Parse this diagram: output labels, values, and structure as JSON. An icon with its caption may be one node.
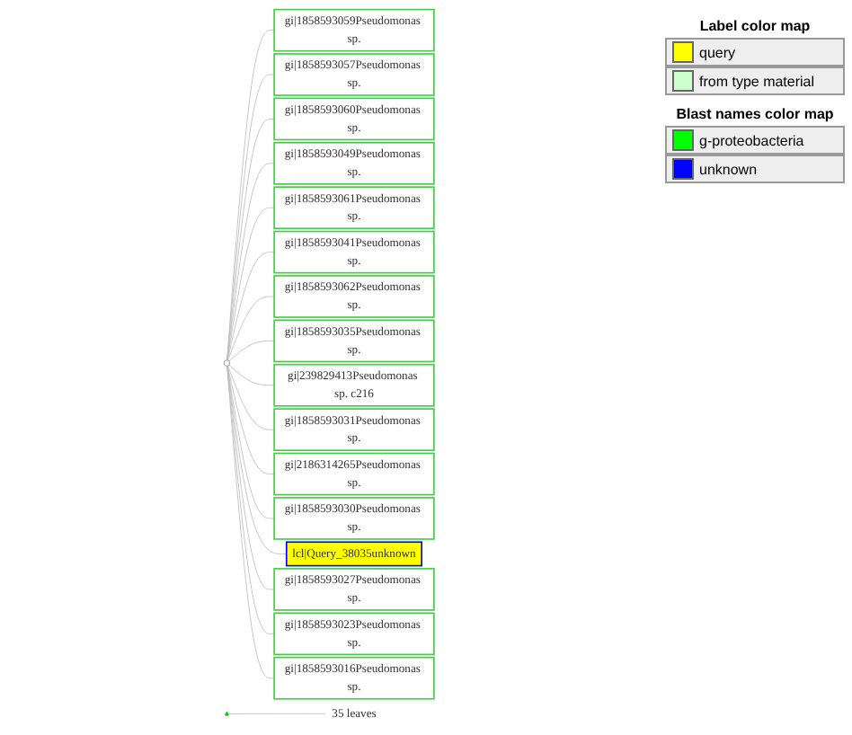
{
  "diagram": {
    "nodes": [
      {
        "text": [],
        "shape": "circle"
      },
      {
        "text": [],
        "shape": "triangle"
      },
      {
        "text": [
          "gi|1858593059Pseudomonas sp."
        ]
      },
      {
        "text": [
          "gi|1858593057Pseudomonas sp."
        ]
      },
      {
        "text": [
          "gi|1858593060Pseudomonas sp."
        ]
      },
      {
        "text": [
          "gi|1858593049Pseudomonas sp."
        ]
      },
      {
        "text": [
          "gi|1858593061Pseudomonas sp."
        ]
      },
      {
        "text": [
          "gi|1858593041Pseudomonas sp."
        ]
      },
      {
        "text": [
          "gi|1858593062Pseudomonas sp."
        ]
      },
      {
        "text": [
          "gi|1858593035Pseudomonas sp."
        ]
      },
      {
        "text": [
          "gi|239829413Pseudomonas sp. c216"
        ]
      },
      {
        "text": [
          "gi|1858593031Pseudomonas sp."
        ]
      },
      {
        "text": [
          "gi|2186314265Pseudomonas sp."
        ]
      },
      {
        "text": [
          "gi|1858593030Pseudomonas sp."
        ]
      },
      {
        "text": [
          "lcl|Query_38035unknown"
        ]
      },
      {
        "text": [
          "gi|1858593027Pseudomonas sp."
        ]
      },
      {
        "text": [
          "35 leaves"
        ]
      },
      {
        "text": [
          "gi|1858593023Pseudomonas sp."
        ]
      },
      {
        "text": [
          "gi|1858593016Pseudomonas sp."
        ]
      }
    ],
    "edges": [
      {
        "from": 0,
        "to": 2,
        "arrow": "none"
      },
      {
        "from": 0,
        "to": 3,
        "arrow": "none"
      },
      {
        "from": 0,
        "to": 4,
        "arrow": "none"
      },
      {
        "from": 0,
        "to": 5,
        "arrow": "none"
      },
      {
        "from": 0,
        "to": 6,
        "arrow": "none"
      },
      {
        "from": 0,
        "to": 7,
        "arrow": "none"
      },
      {
        "from": 0,
        "to": 8,
        "arrow": "none"
      },
      {
        "from": 0,
        "to": 9,
        "arrow": "none"
      },
      {
        "from": 0,
        "to": 10,
        "arrow": "none"
      },
      {
        "from": 0,
        "to": 11,
        "arrow": "none"
      },
      {
        "from": 0,
        "to": 12,
        "arrow": "none"
      },
      {
        "from": 0,
        "to": 13,
        "arrow": "none"
      },
      {
        "from": 0,
        "to": 14,
        "arrow": "none"
      },
      {
        "from": 0,
        "to": 15,
        "arrow": "none"
      },
      {
        "from": 1,
        "to": 16,
        "arrow": "none"
      },
      {
        "from": 0,
        "to": 17,
        "arrow": "none"
      },
      {
        "from": 0,
        "to": 18,
        "arrow": "none"
      }
    ],
    "labels": [
      "Label color map",
      "Blast names color map"
    ],
    "legend": [
      {
        "text": "query",
        "color": "#ffff00"
      },
      {
        "text": "from type material",
        "color": "#ccffcc"
      },
      {
        "text": "g-proteobacteria",
        "color": "#00ff00"
      },
      {
        "text": "unknown",
        "color": "#0000ff"
      }
    ]
  }
}
